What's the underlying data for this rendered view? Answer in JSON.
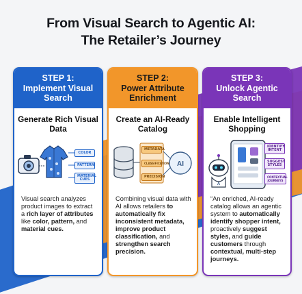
{
  "title_line1": "From Visual Search to Agentic AI:",
  "title_line2": "The Retailer’s Journey",
  "colors": {
    "blue": "#1f63c9",
    "orange": "#f2962a",
    "purple": "#7a35b8"
  },
  "steps": [
    {
      "step": "STEP 1:",
      "heading": "Implement Visual Search",
      "subtitle": "Generate Rich Visual Data",
      "tags": [
        "COLOR",
        "PATTERN",
        "MATERIAL CUES"
      ],
      "desc": [
        {
          "t": "Visual search analyzes product images to extract a "
        },
        {
          "t": "rich layer of attributes",
          "b": true
        },
        {
          "t": " like "
        },
        {
          "t": "color, pattern,",
          "b": true
        },
        {
          "t": " and "
        },
        {
          "t": "material cues.",
          "b": true
        }
      ]
    },
    {
      "step": "STEP 2:",
      "heading": "Power Attribute Enrichment",
      "subtitle": "Create an AI-Ready Catalog",
      "tags": [
        "METADATA",
        "CLASSIFICATION",
        "PRECISION"
      ],
      "desc": [
        {
          "t": "Combining visual data with AI allows retailers "
        },
        {
          "t": "to automatically fix inconsistent metadata,",
          "b": true
        },
        {
          "t": " "
        },
        {
          "t": "improve product classification,",
          "b": true
        },
        {
          "t": " and "
        },
        {
          "t": "strengthen search precision.",
          "b": true
        }
      ]
    },
    {
      "step": "STEP 3:",
      "heading": "Unlock Agentic Search",
      "subtitle": "Enable Intelligent Shopping",
      "tags": [
        "IDENTIFY INTENT",
        "SUGGEST STYLES",
        "CONTEXTUAL JOURNEYS"
      ],
      "desc": [
        {
          "t": "“An enriched, AI-ready catalog allows an agentic system to "
        },
        {
          "t": "automatically identify shopper intent,",
          "b": true
        },
        {
          "t": " proactively "
        },
        {
          "t": "suggest styles,",
          "b": true
        },
        {
          "t": " and "
        },
        {
          "t": "guide customers",
          "b": true
        },
        {
          "t": " through "
        },
        {
          "t": "contextual, multi-step journeys.",
          "b": true
        }
      ]
    }
  ]
}
